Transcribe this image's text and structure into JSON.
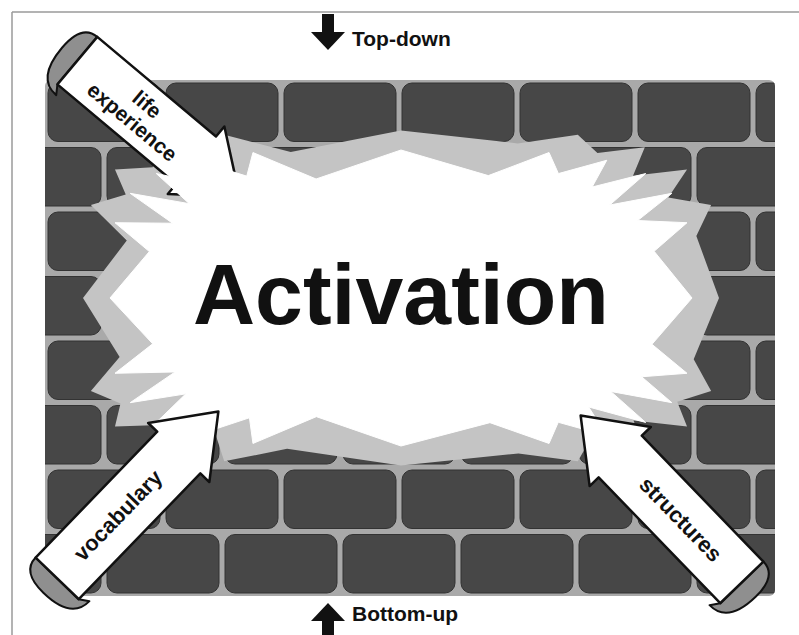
{
  "diagram": {
    "nodes": [
      {
        "text": [
          "life experience"
        ]
      },
      {
        "text": [
          "Activation"
        ]
      },
      {
        "text": [
          "vocabulary"
        ]
      },
      {
        "text": [
          "structures"
        ]
      }
    ],
    "labels": [
      "Top-down",
      "Bottom-up"
    ]
  }
}
